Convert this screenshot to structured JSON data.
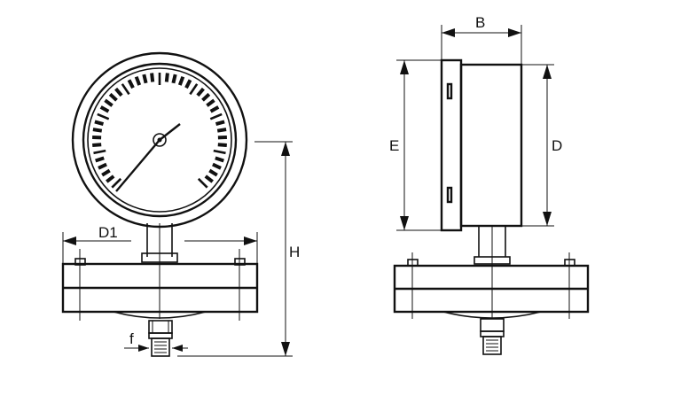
{
  "labels": {
    "d1": "D1",
    "h": "H",
    "f": "f",
    "b": "B",
    "e": "E",
    "d": "D"
  },
  "colors": {
    "line": "#111111",
    "background": "#ffffff"
  }
}
